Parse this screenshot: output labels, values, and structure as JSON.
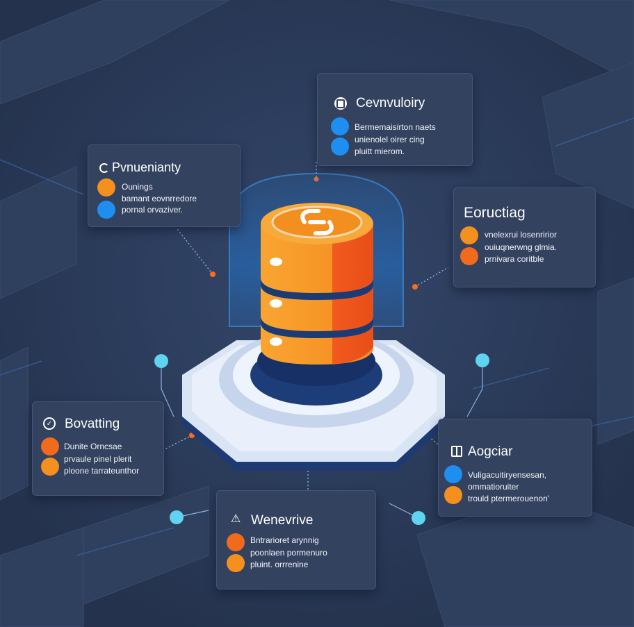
{
  "colors": {
    "background": "#2a3a57",
    "card": "#33425f",
    "accent_orange": "#f5901f",
    "accent_blue": "#1e8ff0",
    "accent_red_orange": "#f26a1b",
    "connector_node": "#5fd3f0"
  },
  "center": {
    "icon": "link-chain-icon"
  },
  "cards": {
    "top": {
      "icon": "square-badge-icon",
      "title": "Cevnvuloiry",
      "lines": [
        "Bermemaisirton naets",
        "unienolel oirer  cing",
        "pluitt mierom."
      ],
      "dots": [
        "blue",
        "blue"
      ]
    },
    "left": {
      "icon": "circle-swirl-icon",
      "title": "Pvnuenianty",
      "lines": [
        "Ounings",
        "bamant eovnrredore",
        "pornal orvaziver."
      ],
      "dots": [
        "orange",
        "blue"
      ]
    },
    "right": {
      "title": "Eoructiag",
      "lines": [
        "vnelexrui losenririor",
        "ouiuqnerwng glmia.",
        "prnivara coritble"
      ],
      "dots": [
        "orange",
        "red-orange"
      ]
    },
    "bottom_left": {
      "icon": "check-circle-icon",
      "title": "Bovatting",
      "lines": [
        "Dunite Orncsae",
        "prvaule pinel plerit",
        "ploone tarrateunthor"
      ],
      "dots": [
        "red-orange",
        "orange"
      ]
    },
    "bottom_right": {
      "icon": "grid-box-icon",
      "title": "Aogciar",
      "lines": [
        "Vuligacuitiryensesan,",
        "ommatioruiter",
        "trould ptermerouenon'"
      ],
      "dots": [
        "blue",
        "orange"
      ]
    },
    "bottom": {
      "icon": "warning-triangle-icon",
      "title": "Wenevrive",
      "lines": [
        "Bntrarioret arynnig",
        "poonlaen pormenuro",
        "pluint. orrrenine"
      ],
      "dots": [
        "red-orange",
        "orange"
      ]
    }
  }
}
